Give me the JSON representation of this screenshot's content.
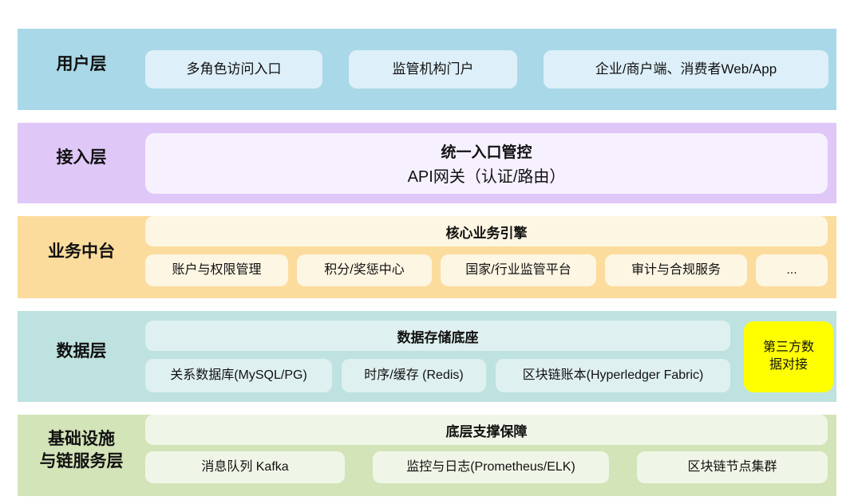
{
  "diagram": {
    "layers": [
      {
        "label": "用户层",
        "items": [
          "多角色访问入口",
          "监管机构门户",
          "企业/商户端、消费者Web/App"
        ]
      },
      {
        "label": "接入层",
        "title": "统一入口管控",
        "subtitle": "API网关（认证/路由）"
      },
      {
        "label": "业务中台",
        "title": "核心业务引擎",
        "items": [
          "账户与权限管理",
          "积分/奖惩中心",
          "国家/行业监管平台",
          "审计与合规服务",
          "..."
        ]
      },
      {
        "label": "数据层",
        "title": "数据存储底座",
        "items": [
          "关系数据库(MySQL/PG)",
          "时序/缓存 (Redis)",
          "区块链账本(Hyperledger Fabric)"
        ],
        "side_box": "第三方数\n据对接"
      },
      {
        "label": "基础设施\n与链服务层",
        "title": "底层支撑保障",
        "items": [
          "消息队列 Kafka",
          "监控与日志(Prometheus/ELK)",
          "区块链节点集群"
        ]
      }
    ],
    "colors": {
      "user_band": "#a9d8e8",
      "user_box": "#ddeff8",
      "access_band": "#dfc8f8",
      "access_box": "#f7f0fe",
      "business_band": "#fbdc9c",
      "business_box": "#fdf6e3",
      "data_band": "#bee2df",
      "data_box": "#dff0f0",
      "side_box": "#ffff00",
      "infra_band": "#d3e4b8",
      "infra_box": "#f0f6e7"
    }
  }
}
